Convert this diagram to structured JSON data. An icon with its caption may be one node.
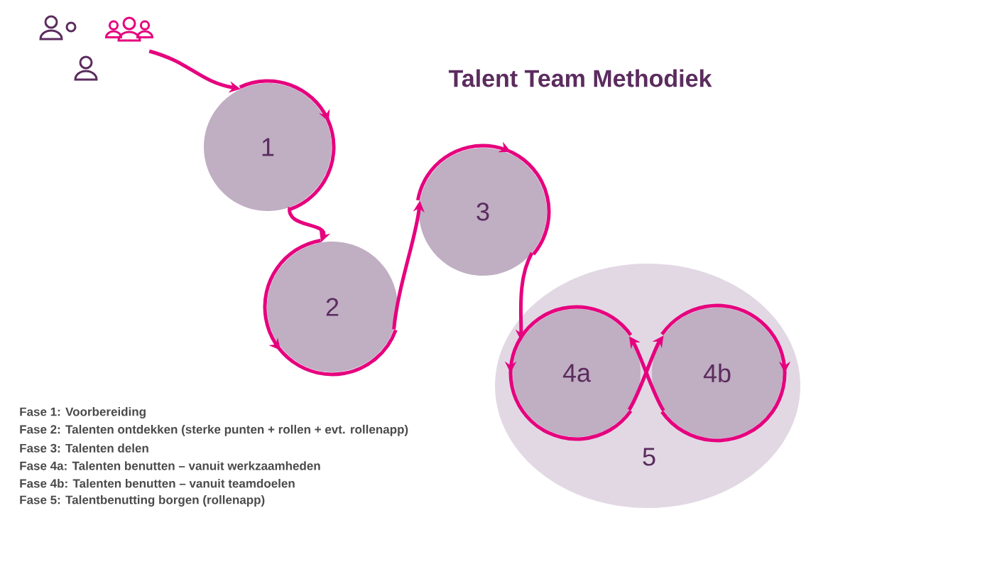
{
  "diagram": {
    "title": "Talent Team Methodiek",
    "nodes": [
      {
        "text": [],
        "shape": "person"
      },
      {
        "text": [
          "1"
        ]
      },
      {
        "text": [
          "2"
        ]
      },
      {
        "text": [
          "3"
        ]
      },
      {
        "text": [
          "5"
        ]
      },
      {
        "text": [
          "4a"
        ],
        "in": 4
      },
      {
        "text": [
          "4b"
        ],
        "in": 4
      }
    ],
    "edges": [
      {
        "from": 0,
        "to": 1,
        "arrow": "to"
      },
      {
        "from": 1,
        "to": 2,
        "arrow": "to"
      },
      {
        "from": 2,
        "to": 3,
        "arrow": "to"
      },
      {
        "from": 3,
        "to": 5,
        "arrow": "to"
      },
      {
        "from": 5,
        "to": 6,
        "arrow": "to"
      },
      {
        "from": 6,
        "to": 5,
        "arrow": "to"
      }
    ],
    "labels": [
      "Fase 1: Voorbereiding",
      "Fase 2: Talenten ontdekken (sterke punten + rollen + evt. rollenapp)",
      "Fase 3: Talenten delen",
      "Fase 4a: Talenten benutten – vanuit werkzaamheden",
      "Fase 4b: Talenten benutten – vanuit teamdoelen",
      "Fase 5: Talentbenutting borgen (rollenapp)"
    ]
  }
}
